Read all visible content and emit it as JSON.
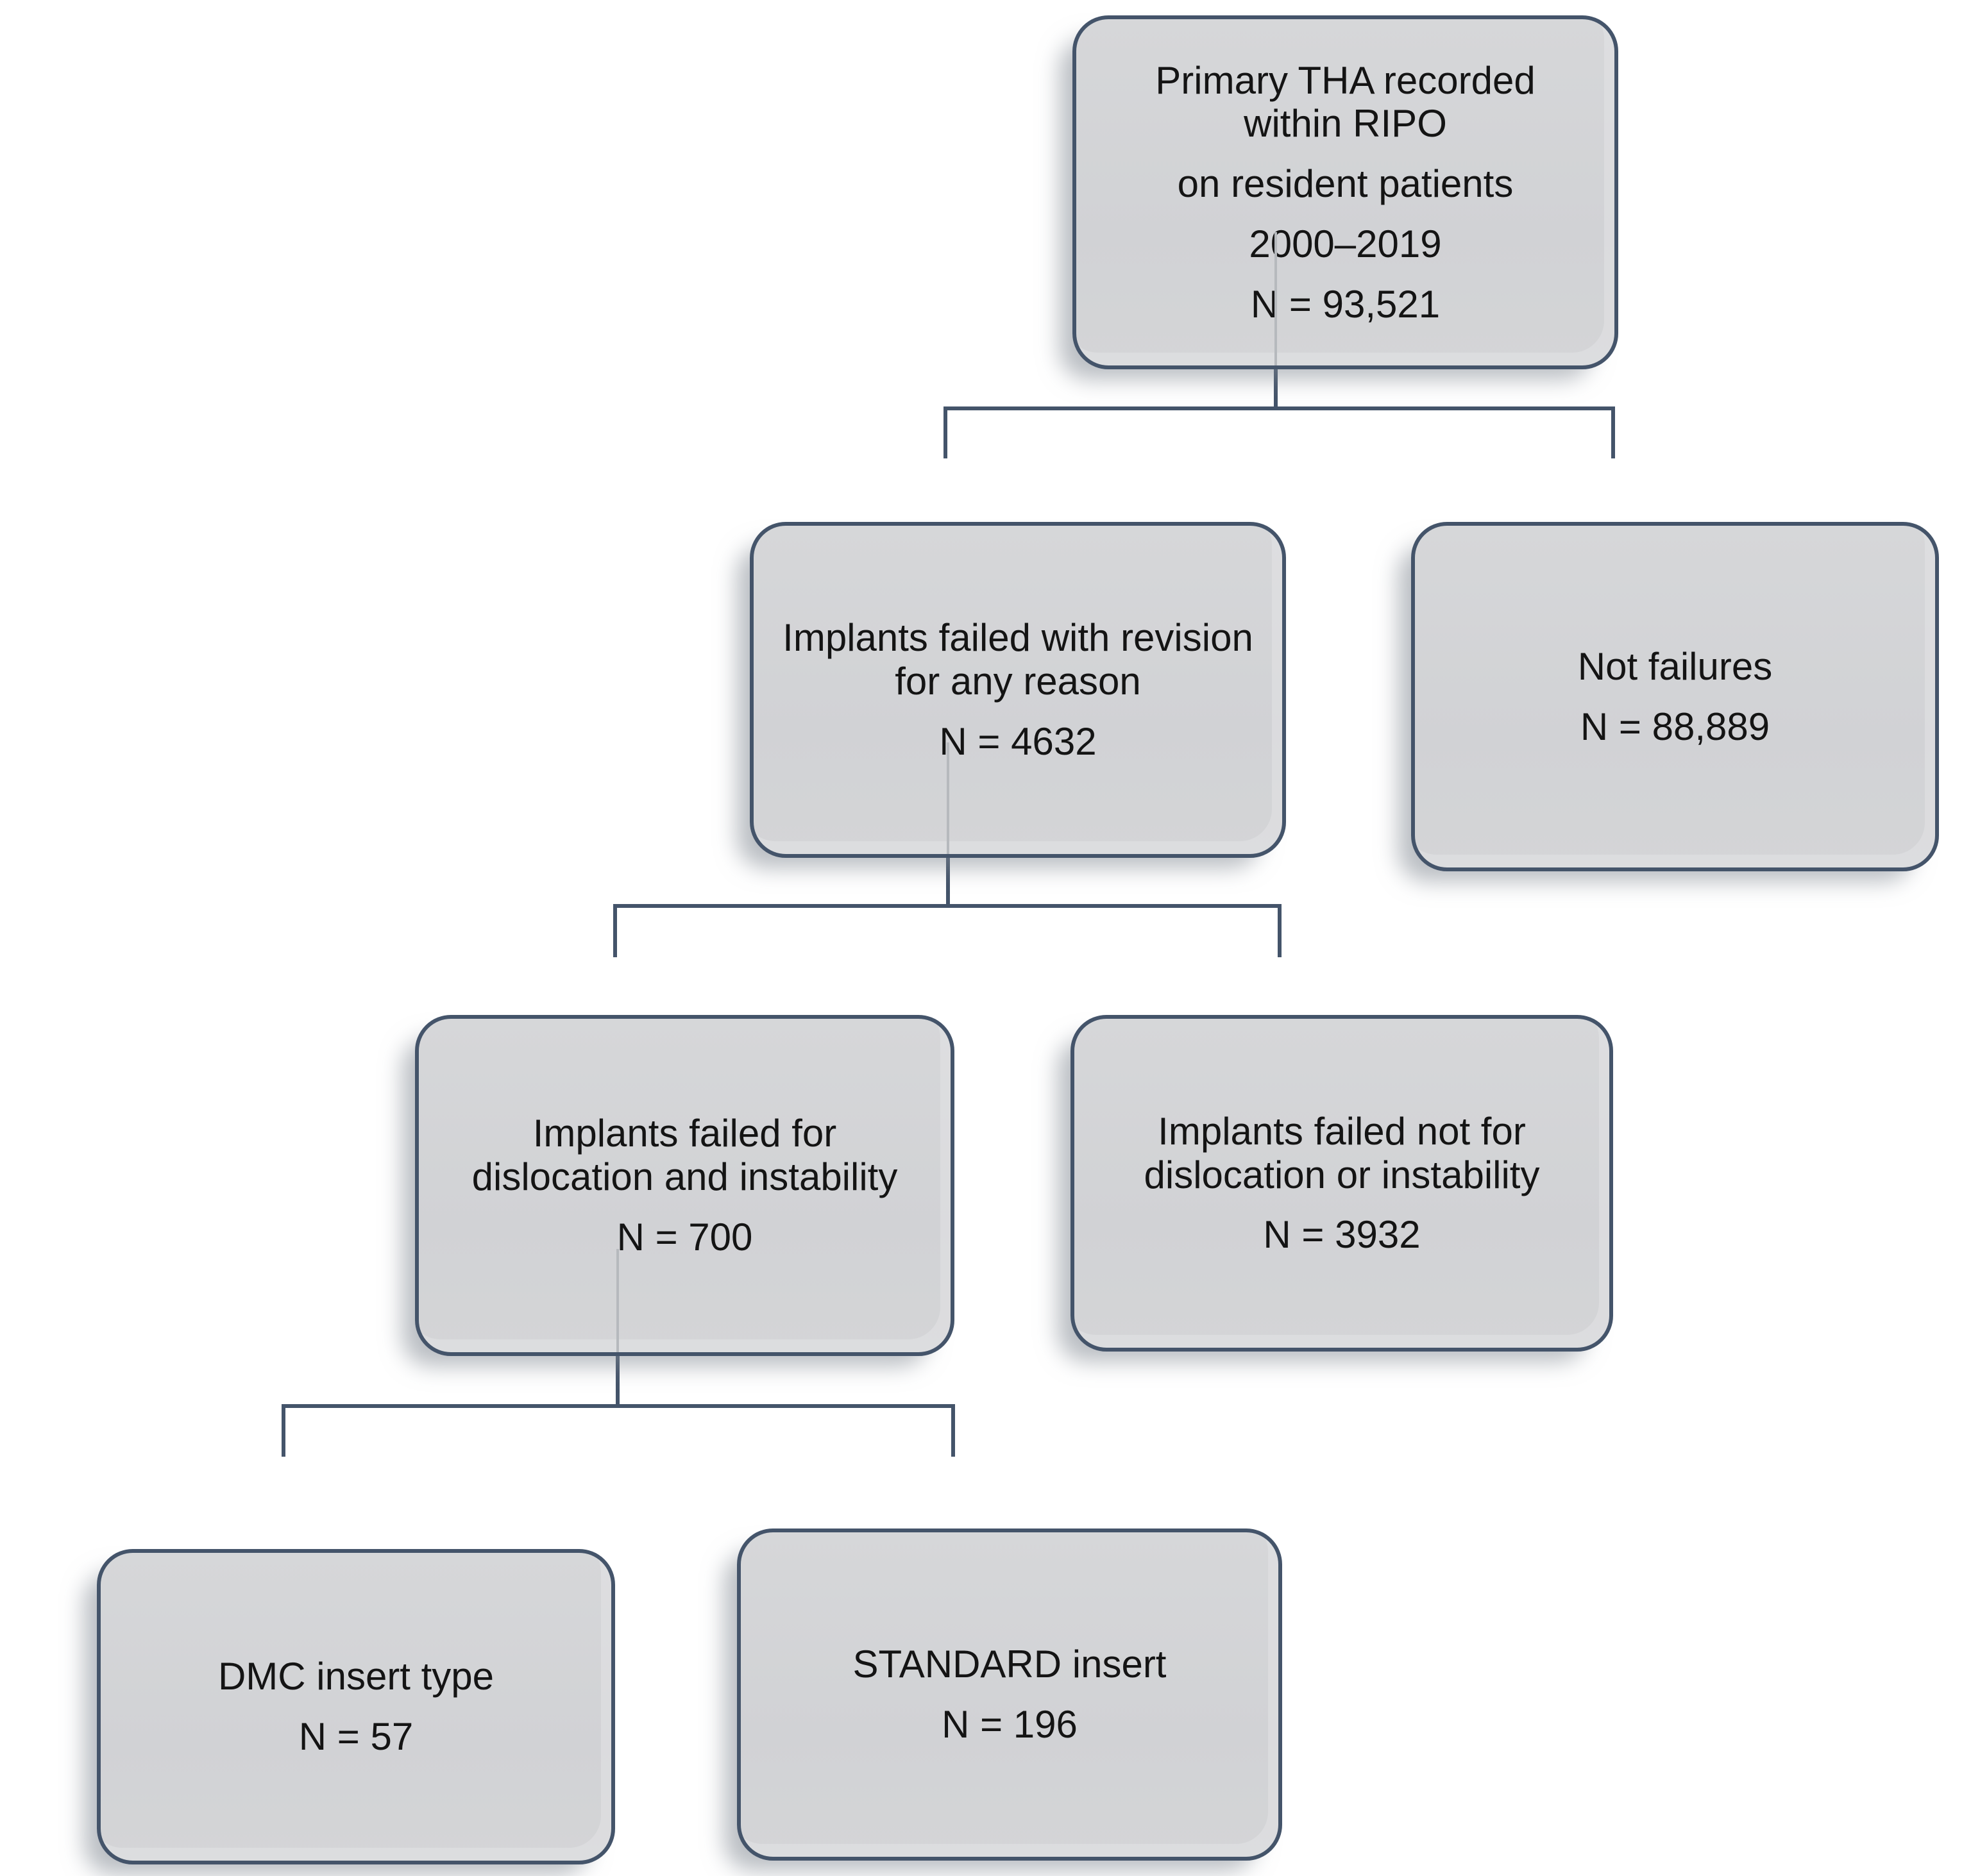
{
  "diagram": {
    "colors": {
      "background": "#ffffff",
      "box_fill": "#d3d4d6",
      "box_border": "#44546a",
      "connector": "#44546a",
      "faint_stem": "#b6b9bd",
      "text": "#141414"
    },
    "nodes": [
      {
        "id": "primary-tha",
        "lines": [
          "Primary THA recorded\nwithin RIPO",
          "on resident patients",
          "2000–2019",
          "N = 93,521"
        ]
      },
      {
        "id": "failed-any-reason",
        "lines": [
          "Implants failed with revision\nfor any reason",
          "N = 4632"
        ]
      },
      {
        "id": "not-failures",
        "lines": [
          "Not failures",
          "N = 88,889"
        ]
      },
      {
        "id": "failed-dislocation",
        "lines": [
          "Implants failed for\ndislocation and instability",
          "N = 700"
        ]
      },
      {
        "id": "failed-not-dislocation",
        "lines": [
          "Implants failed not for\ndislocation or instability",
          "N = 3932"
        ]
      },
      {
        "id": "dmc-insert",
        "lines": [
          "DMC insert type",
          "N = 57"
        ]
      },
      {
        "id": "standard-insert",
        "lines": [
          "STANDARD insert",
          "N = 196"
        ]
      }
    ]
  }
}
